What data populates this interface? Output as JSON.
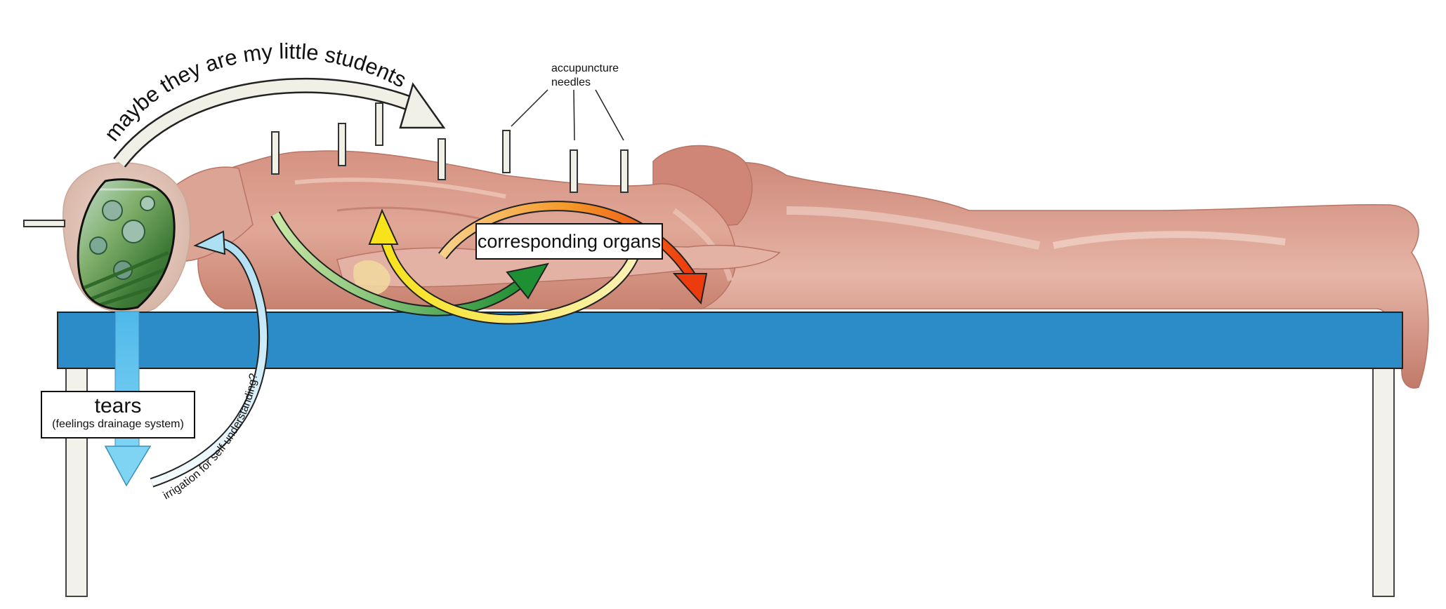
{
  "labels": {
    "students_caption": "maybe they are my little students",
    "needles_caption_line1": "accupuncture",
    "needles_caption_line2": "needles",
    "organs_box": "corresponding organs",
    "tears_title": "tears",
    "tears_subtitle": "(feelings drainage system)",
    "irrigation_caption": "irrigation for self-understanding?"
  },
  "colors": {
    "table_top": "#2b8cc8",
    "table_legs": "#f2f1ea",
    "needle_fill": "#f1f0e6",
    "skin_muscle": "#d99a8a",
    "head_skin": "#e8cfc3",
    "tears_arrow": "#5ec8f0",
    "irrigation_arrow": "#dff3fb",
    "arc_green": "#2e9e3e",
    "arc_yellow": "#f4e12a",
    "arc_red": "#f04a10"
  },
  "icons": {
    "head_window": "greenhouse-garden-image",
    "body": "prone-muscular-figure"
  }
}
